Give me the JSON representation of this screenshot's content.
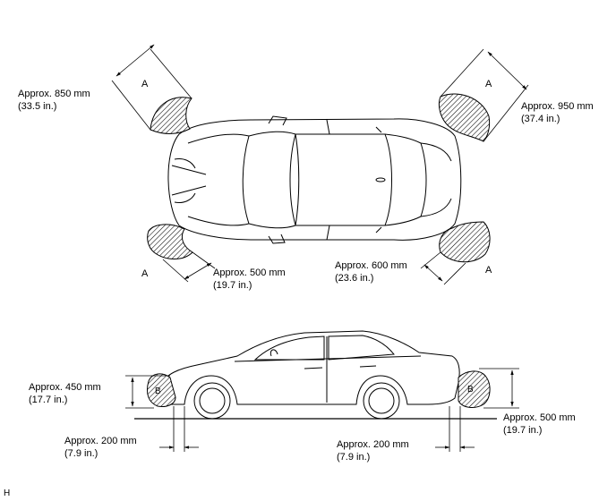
{
  "figure_id": "H",
  "colors": {
    "line": "#000000",
    "background": "#ffffff"
  },
  "top_view": {
    "front_left": {
      "mm": "Approx. 850 mm",
      "inch": "(33.5 in.)",
      "zone": "A"
    },
    "front_right": {
      "mm": "Approx. 500 mm",
      "inch": "(19.7 in.)",
      "zone": "A"
    },
    "rear_left": {
      "mm": "Approx. 950 mm",
      "inch": "(37.4 in.)",
      "zone": "A"
    },
    "rear_right": {
      "mm": "Approx. 600 mm",
      "inch": "(23.6 in.)",
      "zone": "A"
    }
  },
  "side_view": {
    "front_height": {
      "mm": "Approx. 450 mm",
      "inch": "(17.7 in.)"
    },
    "front_offset": {
      "mm": "Approx. 200 mm",
      "inch": "(7.9 in.)"
    },
    "rear_height": {
      "mm": "Approx. 500 mm",
      "inch": "(19.7 in.)"
    },
    "rear_offset": {
      "mm": "Approx. 200 mm",
      "inch": "(7.9 in.)"
    },
    "front_zone": "B",
    "rear_zone": "B"
  }
}
